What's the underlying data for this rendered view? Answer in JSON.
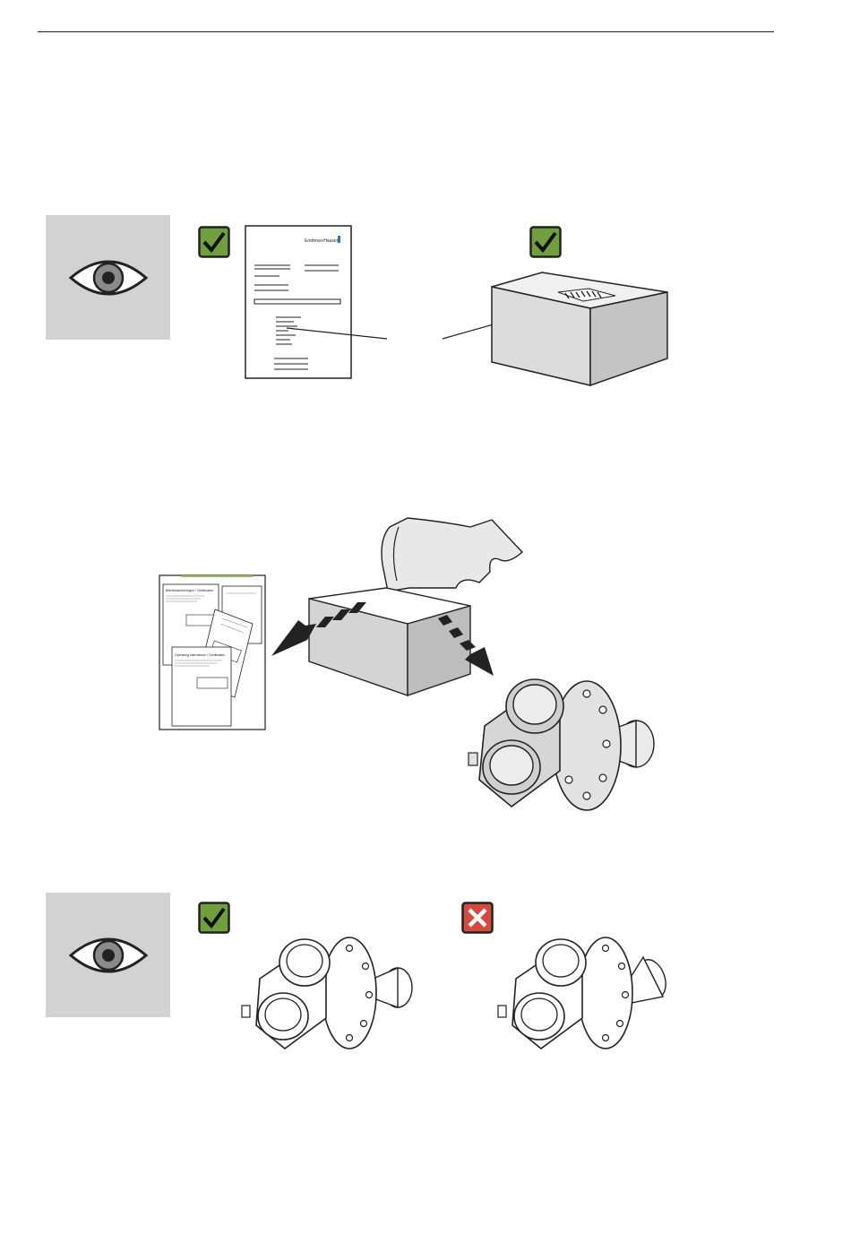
{
  "page": {
    "header_rule": true
  },
  "section_goods_receipt": {
    "inspect_icon": "eye-icon",
    "delivery_note": {
      "status_icon": "check-icon",
      "status_color": "#6fa03b",
      "brand_text": "Endress+Hauser"
    },
    "package_label": {
      "status_icon": "check-icon",
      "status_color": "#6fa03b"
    }
  },
  "section_scope_of_delivery": {
    "documents_title_1": "Betriebsanleitungen / Certificates",
    "documents_title_2": "Operating instructions / Certificates"
  },
  "section_damage_check": {
    "inspect_icon": "eye-icon",
    "ok_icon": "check-icon",
    "ok_color": "#6fa03b",
    "damaged_icon": "cross-icon",
    "damaged_color": "#d6493c"
  }
}
